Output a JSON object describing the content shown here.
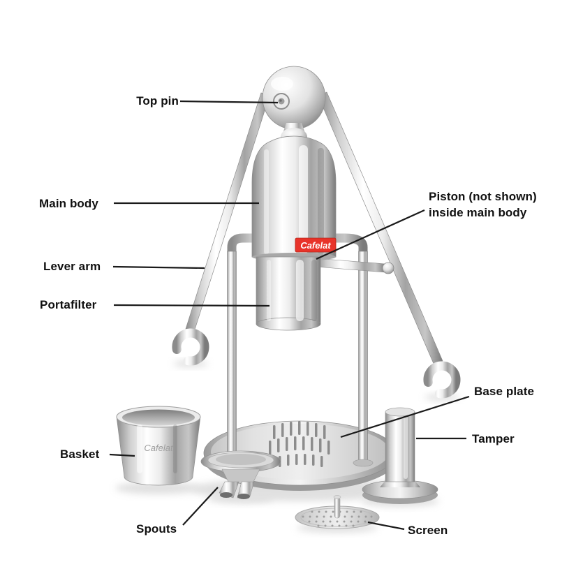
{
  "colors": {
    "background": "#ffffff",
    "label_text": "#101010",
    "leader_line": "#1a1a1a",
    "badge_red": "#e8332a",
    "badge_text": "#ffffff"
  },
  "machine": {
    "badge_text": "Cafelat",
    "basket_engraving": "Cafelat"
  },
  "labels": {
    "top_pin": "Top pin",
    "main_body": "Main body",
    "piston": "Piston (not shown) inside main body",
    "lever_arm": "Lever arm",
    "portafilter": "Portafilter",
    "base_plate": "Base plate",
    "tamper": "Tamper",
    "basket": "Basket",
    "spouts": "Spouts",
    "screen": "Screen"
  }
}
